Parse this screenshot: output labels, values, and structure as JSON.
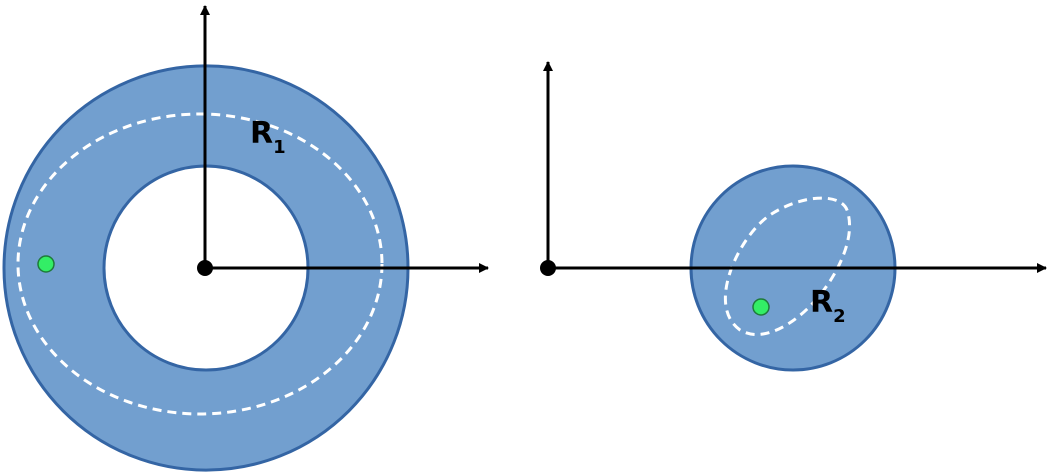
{
  "colors": {
    "region_fill": "#729fcf",
    "region_stroke": "#3465a4",
    "loop": "#ffffff",
    "point": "#33ee66",
    "point_stroke": "#1f7a3a",
    "axis": "#000000"
  },
  "regions": [
    {
      "name": "annulus",
      "label_letter": "R",
      "label_subscript": "1"
    },
    {
      "name": "disk",
      "label_letter": "R",
      "label_subscript": "2"
    }
  ]
}
